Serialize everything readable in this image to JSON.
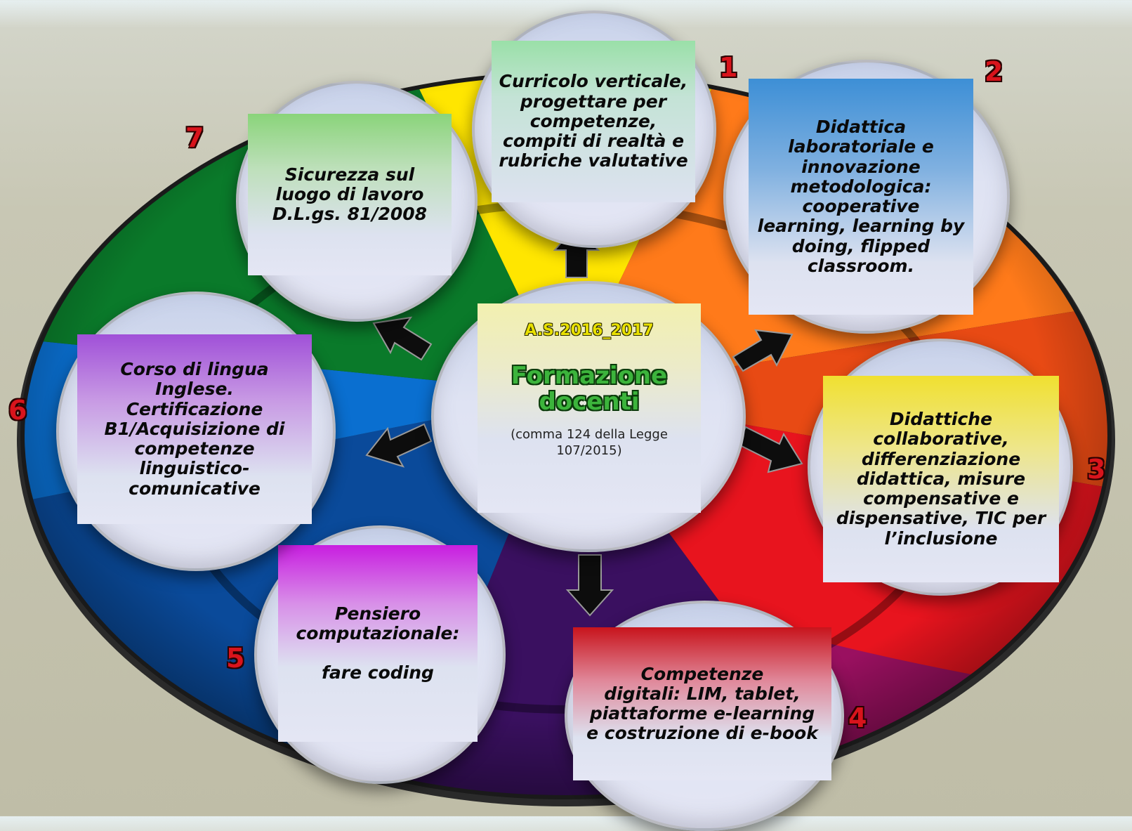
{
  "center": {
    "year": "A.S.2016_2017",
    "title": "Formazione\ndocenti",
    "subtitle": "(comma 124 della Legge\n107/2015)"
  },
  "topics": [
    {
      "number": "1",
      "text": "Curricolo verticale,\nprogettare per\ncompetenze,\ncompiti di realtà e\nrubriche valutative",
      "color": "#7ed6a1"
    },
    {
      "number": "2",
      "text": "Didattica\nlaboratoriale e\ninnovazione\nmetodologica:\ncooperative\nlearning, learning by\ndoing, flipped\nclassroom.",
      "color": "#3d8fd6"
    },
    {
      "number": "3",
      "text": "Didattiche\ncollaborative,\ndifferenziazione\ndidattica, misure\ncompensative e\ndispensative, TIC per\nl’inclusione",
      "color": "#f0e030"
    },
    {
      "number": "4",
      "text": "Competenze\ndigitali: LIM, tablet,\npiattaforme e-learning\ne costruzione di e-book",
      "color": "#c8141c"
    },
    {
      "number": "5",
      "text": "Pensiero\ncomputazionale:\n\nfare coding",
      "color": "#c81ee0"
    },
    {
      "number": "6",
      "text": "Corso di lingua\nInglese.\nCertificazione\nB1/Acquisizione di\ncompetenze\nlinguistico-\ncomunicative",
      "color": "#a050d8"
    },
    {
      "number": "7",
      "text": "Sicurezza sul\nluogo di lavoro\nD.L.gs. 81/2008",
      "color": "#8ad47a"
    }
  ],
  "wheel_colors": [
    "#ffe600",
    "#ff7a1a",
    "#e8141e",
    "#3a1060",
    "#0a4a9a",
    "#0a7a2a"
  ]
}
